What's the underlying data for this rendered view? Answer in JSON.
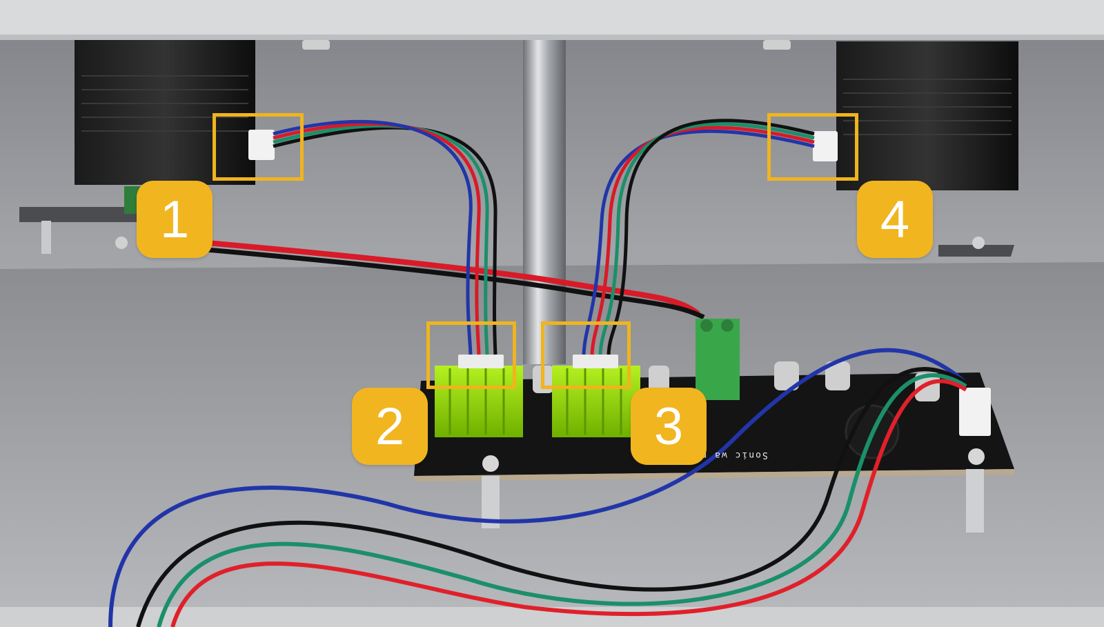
{
  "photo": {
    "description_alt": "",
    "pcb_silkscreen": "Sonic wa  pr        0"
  },
  "callouts": [
    {
      "number": "1"
    },
    {
      "number": "2"
    },
    {
      "number": "3"
    },
    {
      "number": "4"
    }
  ],
  "colors": {
    "callout_accent": "#f1b520",
    "wire_red": "#e0202a",
    "wire_green": "#1b8f6a",
    "wire_blue": "#2235a8",
    "wire_black": "#111111",
    "heatsink_green": "#8fd400",
    "enclosure_gray": "#9ea0a4"
  }
}
